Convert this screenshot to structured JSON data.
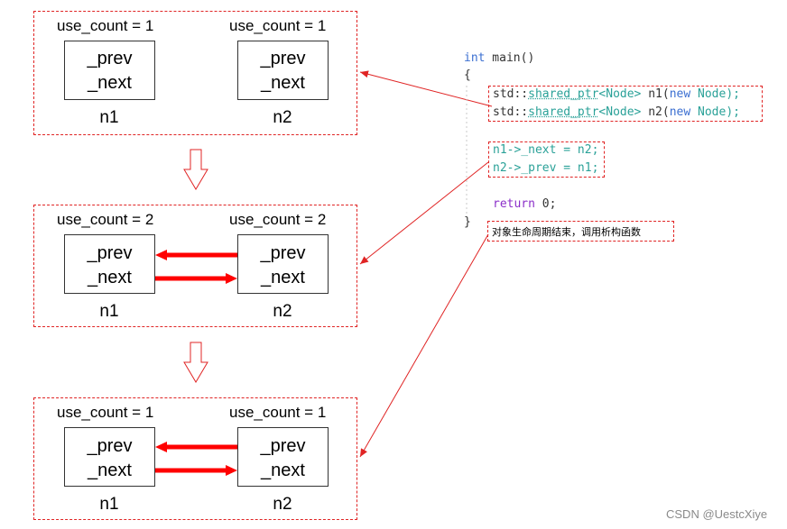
{
  "colors": {
    "accent": "#e02424",
    "keyword": "#3b6fd1",
    "type": "#2aa198",
    "return_kw": "#8b2fc9"
  },
  "states": [
    {
      "n1": {
        "name": "n1",
        "count": "use_count = 1",
        "prev": "_prev",
        "next": "_next"
      },
      "n2": {
        "name": "n2",
        "count": "use_count = 1",
        "prev": "_prev",
        "next": "_next"
      }
    },
    {
      "n1": {
        "name": "n1",
        "count": "use_count = 2",
        "prev": "_prev",
        "next": "_next"
      },
      "n2": {
        "name": "n2",
        "count": "use_count = 2",
        "prev": "_prev",
        "next": "_next"
      }
    },
    {
      "n1": {
        "name": "n1",
        "count": "use_count = 1",
        "prev": "_prev",
        "next": "_next"
      },
      "n2": {
        "name": "n2",
        "count": "use_count = 1",
        "prev": "_prev",
        "next": "_next"
      }
    }
  ],
  "code": {
    "header_kw": "int",
    "header_rest": " main()",
    "open_brace": "{",
    "line1_ns": "std::",
    "line1_tpl": "shared_ptr",
    "line1_type": "<Node>",
    "line1_var": " n1(",
    "line1_new": "new",
    "line1_end": " Node);",
    "line2_ns": "std::",
    "line2_tpl": "shared_ptr",
    "line2_type": "<Node>",
    "line2_var": " n2(",
    "line2_new": "new",
    "line2_end": " Node);",
    "line3": "n1->_next = n2;",
    "line4": "n2->_prev = n1;",
    "return_kw": "return",
    "return_rest": " 0;",
    "close_brace": "}"
  },
  "note": "对象生命周期结束，调用析构函数",
  "watermark": "CSDN @UestcXiye"
}
